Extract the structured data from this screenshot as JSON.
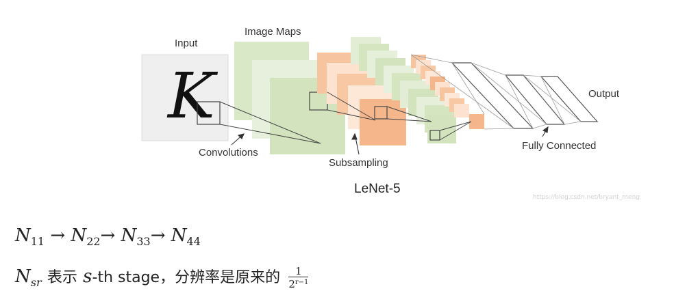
{
  "diagram": {
    "title": "LeNet-5",
    "labels": {
      "input": "Input",
      "image_maps": "Image Maps",
      "output": "Output",
      "convolutions": "Convolutions",
      "subsampling": "Subsampling",
      "fully_connected": "Fully Connected",
      "input_glyph": "K"
    },
    "watermark": "https://blog.csdn.net/bryant_meng",
    "colors": {
      "input_fill": "#efefef",
      "feature_map_green": "#d5e5c0",
      "feature_map_green_light": "#e9f2de",
      "feature_map_orange": "#f6b98f",
      "feature_map_orange_light": "#fde3d1",
      "line": "#555555"
    }
  },
  "formulas": {
    "line1": {
      "terms": [
        {
          "base": "N",
          "sub": "11"
        },
        {
          "base": "N",
          "sub": "22"
        },
        {
          "base": "N",
          "sub": "33"
        },
        {
          "base": "N",
          "sub": "44"
        }
      ],
      "arrow": "→"
    },
    "line2": {
      "base": "N",
      "sub": "sr",
      "text_before": "表示",
      "var": "s",
      "text_mid": "-th stage，分辨率是原来的",
      "frac_num": "1",
      "frac_den_base": "2",
      "frac_den_exp": "r−1"
    }
  }
}
